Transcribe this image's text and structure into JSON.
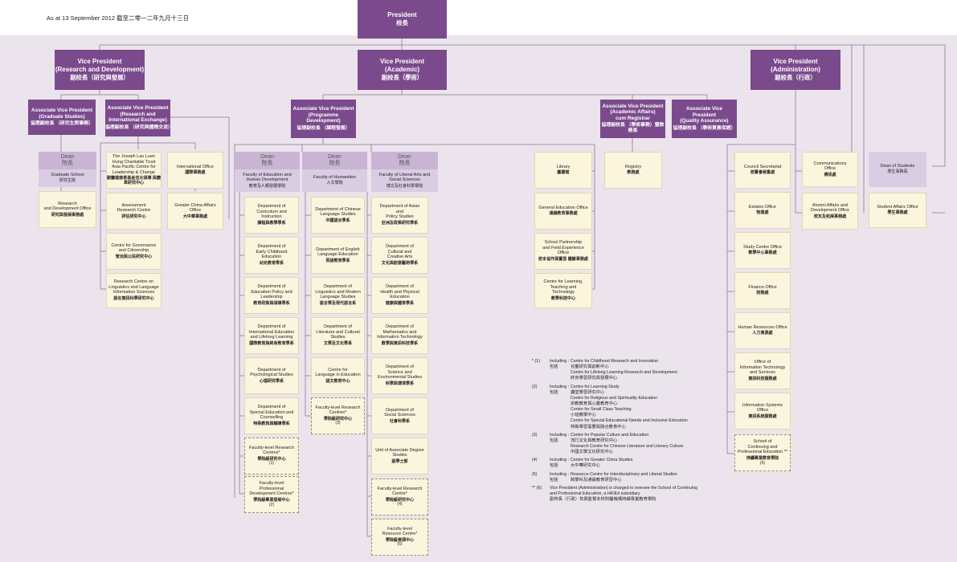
{
  "date": "As at 13 September 2012   截至二零一二年九月十三日",
  "president": {
    "en": "President",
    "zh": "校長"
  },
  "vp_rd": {
    "en": "Vice President\n(Research and Development)",
    "zh": "副校長（研究與發展）"
  },
  "vp_ac": {
    "en": "Vice President\n(Academic)",
    "zh": "副校長（學術）"
  },
  "vp_ad": {
    "en": "Vice President\n(Administration)",
    "zh": "副校長（行政）"
  },
  "avp_gs": {
    "en": "Associate Vice President\n(Graduate Studies)",
    "zh": "協理副校長\n（研究生院事務）"
  },
  "avp_rie": {
    "en": "Associate Vice President\n(Research and\nInternational Exchange)",
    "zh": "協理副校長\n（研究與國際交流）"
  },
  "avp_pd": {
    "en": "Associate Vice President\n(Programme\nDevelopment)",
    "zh": "協理副校長\n（課程發展）"
  },
  "avp_aar": {
    "en": "Associate Vice President\n(Academic Affairs)\ncum Registrar",
    "zh": "協理副校長\n（學術事務）暨教務長"
  },
  "vp_qa": {
    "en": "Associate Vice\nPresident\n(Quality Assurance)",
    "zh": "協理副校長\n（學術質素保證）"
  },
  "dean_gs": {
    "en": "Dean",
    "zh": "院長",
    "body_en": "Graduate School",
    "body_zh": "研究生院"
  },
  "dean_fehd": {
    "en": "Dean",
    "zh": "院長",
    "body_en": "Faculty of Education and\nHuman Development",
    "body_zh": "教育及人類發展學院"
  },
  "dean_fhm": {
    "en": "Dean",
    "zh": "院長",
    "body_en": "Faculty of Humanities",
    "body_zh": "人文學院"
  },
  "dean_flass": {
    "en": "Dean",
    "zh": "院長",
    "body_en": "Faculty of Liberal Arts and\nSocial Sciences",
    "body_zh": "博文及社會科學學院"
  },
  "rdo": {
    "en": "Research\nand Development Office",
    "zh": "研究與發展事務處"
  },
  "jlhc": {
    "en": "The Joseph Lau Luen\nHung Charitable Trust\nAsia Pacific Centre for\nLeadership & Change",
    "zh": "劉鑾雄慈善基金亞太領導\n與變革研究中心"
  },
  "arc": {
    "en": "Assessment\nResearch Centre",
    "zh": "評估研究中心"
  },
  "cgc": {
    "en": "Centre for Governance\nand Citizenship",
    "zh": "管治與公民研究中心"
  },
  "rclli": {
    "en": "Research Centre on\nLinguistics and Language\nInformation Sciences",
    "zh": "語言資訊科學研究中心"
  },
  "io": {
    "en": "International Office",
    "zh": "國際事務處"
  },
  "gcao": {
    "en": "Greater China Affairs\nOffice",
    "zh": "大中華事務處"
  },
  "fehd_depts": [
    {
      "en": "Department of\nCurriculum and\nInstruction",
      "zh": "課程與教學學系"
    },
    {
      "en": "Department of\nEarly Childhood\nEducation",
      "zh": "幼兒教育學系"
    },
    {
      "en": "Department of\nEducation Policy and\nLeadership",
      "zh": "教育政策與領導學系"
    },
    {
      "en": "Department of\nInternational Education\nand Lifelong Learning",
      "zh": "國際教育與終身教育學系"
    },
    {
      "en": "Department of\nPsychological Studies",
      "zh": "心理研究學系"
    },
    {
      "en": "Department of\nSpecial Education and\nCounselling",
      "zh": "特殊教育與輔導學系"
    }
  ],
  "fehd_rc": {
    "en": "Faculty-level Research\nCentres*",
    "zh": "學院級研究中心",
    "num": "(1)"
  },
  "fehd_pdc": {
    "en": "Faculty-level\nProfessional\nDevelopment Centres*",
    "zh": "學院級專業發展中心",
    "num": "(2)"
  },
  "fhm_depts": [
    {
      "en": "Department of Chinese\nLanguage Studies",
      "zh": "中國語言學系"
    },
    {
      "en": "Department of English\nLanguage Education",
      "zh": "英語教育學系"
    },
    {
      "en": "Department of\nLinguistics and Modern\nLanguage Studies",
      "zh": "語言學及現代語言系"
    },
    {
      "en": "Department of\nLiterature and Cultural\nStudies",
      "zh": "文學及文化學系"
    },
    {
      "en": "Centre for\nLanguage in Education",
      "zh": "語文教育中心"
    }
  ],
  "fhm_rc": {
    "en": "Faculty-level Research\nCentres*",
    "zh": "學院級研究中心",
    "num": "(3)"
  },
  "flass_depts": [
    {
      "en": "Department of Asian\nand\nPolicy Studies",
      "zh": "亞洲及政策研究學系"
    },
    {
      "en": "Department of\nCultural and\nCreative Arts",
      "zh": "文化與創意藝術學系"
    },
    {
      "en": "Department of\nHealth and Physical\nEducation",
      "zh": "健康與體育學系"
    },
    {
      "en": "Department of\nMathematics and\nInformation Technology",
      "zh": "數學與資訊科技學系"
    },
    {
      "en": "Department of\nScience and\nEnvironmental Studies",
      "zh": "科學與環境學系"
    },
    {
      "en": "Department of\nSocial Sciences",
      "zh": "社會科學系"
    },
    {
      "en": "Unit of Associate Degree\nStudies",
      "zh": "副學士部"
    }
  ],
  "flass_rc": {
    "en": "Faculty-level Research\nCentre*",
    "zh": "學院級研究中心",
    "num": "(4)"
  },
  "flass_resc": {
    "en": "Faculty-level\nResource Centre*",
    "zh": "學院級資源中心",
    "num": "(5)"
  },
  "lib": {
    "en": "Library",
    "zh": "圖書館"
  },
  "geo": {
    "en": "General Education Office",
    "zh": "通識教育事務處"
  },
  "spfe": {
    "en": "School Partnership\nand Field Experience\nOffice",
    "zh": "校本協作與實習\n體驗事務處"
  },
  "cltt": {
    "en": "Centre for Learning,\nTeaching and\nTechnology",
    "zh": "教學科技中心"
  },
  "registry": {
    "en": "Registry",
    "zh": "教務處"
  },
  "council": {
    "en": "Council Secretariat",
    "zh": "校董會秘書處"
  },
  "estates": {
    "en": "Estates Office",
    "zh": "物業處"
  },
  "sco": {
    "en": "Study Centre Office",
    "zh": "教學中心事務處"
  },
  "fin": {
    "en": "Finance Office",
    "zh": "財務處"
  },
  "hro": {
    "en": "Human Resources Office",
    "zh": "人力資源處"
  },
  "oits": {
    "en": "Office of\nInformation Technology\nand Services",
    "zh": "資訊科技服務處"
  },
  "iso": {
    "en": "Information Systems\nOffice",
    "zh": "資訊系統服務處"
  },
  "scpe": {
    "en": "School of\nContinuing and\nProfessional Education **",
    "zh": "持續專業教育學院",
    "num": "(6)"
  },
  "comm": {
    "en": "Communications\nOffice",
    "zh": "傳訊處"
  },
  "aado": {
    "en": "Alumni Affairs and\nDevelopment Office",
    "zh": "校友及拓展事務處"
  },
  "dos": {
    "en": "Dean of Students",
    "zh": "學生事務長"
  },
  "sao": {
    "en": "Student Affairs Office",
    "zh": "學生事務處"
  },
  "notes": [
    {
      "num": "* (1)",
      "lab": "Including :",
      "labzh": "包括",
      "items": [
        "Centre for Childhood Research and Innovation",
        "兒童研究與創新中心",
        "Centre for Lifelong Learning Research and Development",
        "終身學習研究與發展中心"
      ]
    },
    {
      "num": "(2)",
      "lab": "Including :",
      "labzh": "包括",
      "items": [
        "Centre for Learning Study",
        "課堂學習研究中心",
        "Centre for Religious and Spirituality Education",
        "宗教教育與心靈教育中心",
        "Centre for Small Class Teaching",
        "小班教學中心",
        "Centre for Special Educational Needs and Inclusive Education",
        "特殊學習需要與融合教育中心"
      ]
    },
    {
      "num": "(3)",
      "lab": "Including :",
      "labzh": "包括",
      "items": [
        "Centre for Popular Culture and Education",
        "流行文化與教育研究中心",
        "Research Centre for Chinese Literature and Literary Culture",
        "中國文學文化研究中心"
      ]
    },
    {
      "num": "(4)",
      "lab": "Including :",
      "labzh": "包括",
      "items": [
        "Centre for Greater China Studies",
        "大中華研究中心"
      ]
    },
    {
      "num": "(5)",
      "lab": "Including :",
      "labzh": "包括",
      "items": [
        "Resource Centre for Interdisciplinary and Liberal Studies",
        "跨學科及通識教育研習中心"
      ]
    },
    {
      "num": "** (6)",
      "lab": "",
      "labzh": "",
      "items": [
        "Vice President (Administration) is charged to oversee the School of Continuing",
        "and Professional Education, a HKIEd subsidiary",
        "副校長（行政）負責監督本校附屬機構持續專業教育學院"
      ]
    }
  ]
}
